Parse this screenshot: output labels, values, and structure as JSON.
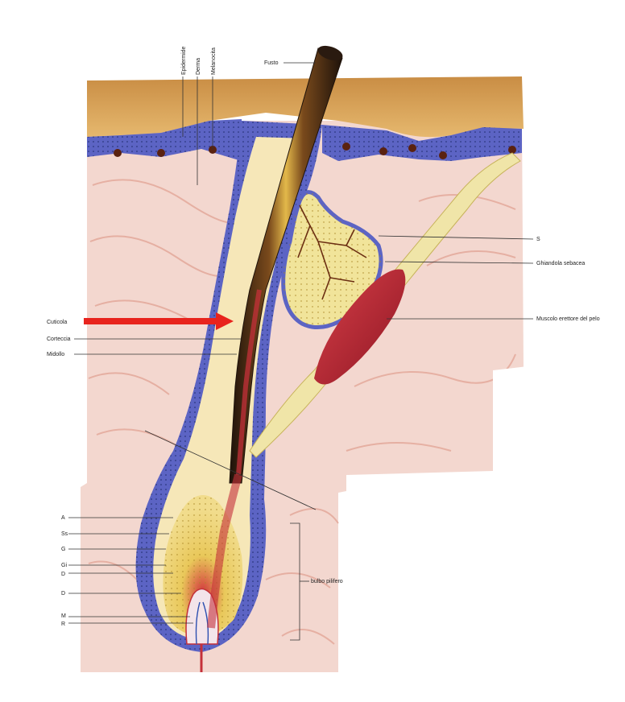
{
  "labels": {
    "epidermide": "Epidermide",
    "derma": "Derma",
    "melanocita": "Melanocita",
    "fusto": "Fusto",
    "s": "S",
    "ghiandola": "Ghiandola sebacea",
    "muscolo": "Muscolo erettore del pelo",
    "cuticola": "Cuticola",
    "corteccia": "Corteccia",
    "midollo": "Midollo",
    "bulbo": "bulbo pilifero",
    "left_a": "A",
    "left_b": "Ss",
    "left_c": "G",
    "left_d": "Gi",
    "left_e": "D",
    "left_f": "D",
    "left_g": "M",
    "left_h": "R"
  },
  "colors": {
    "arrow": "#e8231d",
    "epidermis": "#d7a45a",
    "basal_layer": "#5c64c4",
    "dermis": "#f2cfc6",
    "hair_shaft": "#3b2414",
    "hair_core": "#e0b94a",
    "sebaceous_gland": "#f1e49a",
    "muscle": "#b8232f",
    "papilla": "#d2333d"
  }
}
